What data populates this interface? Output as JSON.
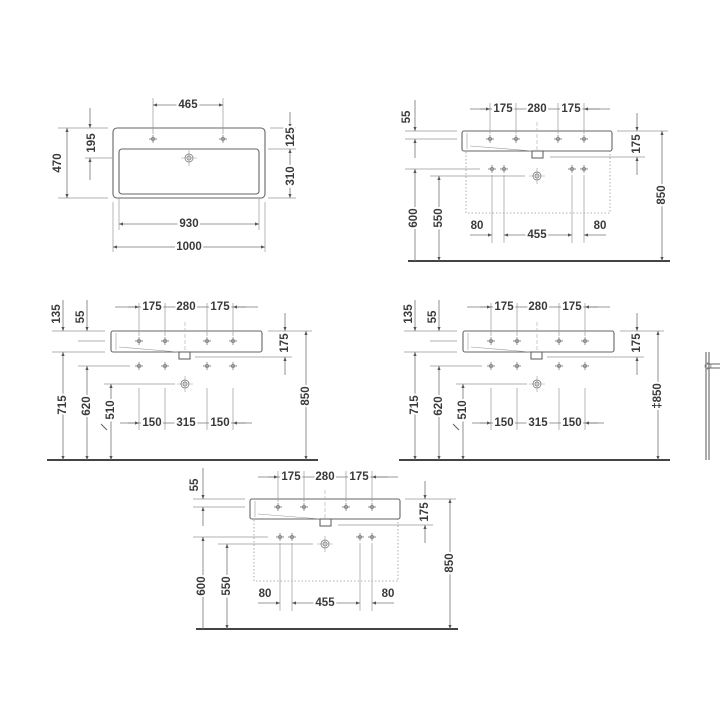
{
  "views": {
    "top_view": {
      "d465": "465",
      "d195": "195",
      "d470": "470",
      "d125": "125",
      "d310": "310",
      "d930": "930",
      "d1000": "1000"
    },
    "front_wall_a": {
      "d175a": "175",
      "d280": "280",
      "d175b": "175",
      "d55": "55",
      "d175h": "175",
      "d600": "600",
      "d550": "550",
      "d850": "850",
      "d80a": "80",
      "d455": "455",
      "d80b": "80"
    },
    "front_high": {
      "d175a": "175",
      "d280": "280",
      "d175b": "175",
      "d135": "135",
      "d55": "55",
      "d175h": "175",
      "d715": "715",
      "d620": "620",
      "d510": "510",
      "d850": "850",
      "d150a": "150",
      "d315": "315",
      "d150b": "150",
      "adjust_mark": "⸝"
    },
    "front_console": {
      "d175a": "175",
      "d280": "280",
      "d175b": "175",
      "d135": "135",
      "d55": "55",
      "d175h": "175",
      "d715": "715",
      "d620": "620",
      "d510": "510",
      "d850": "‡850",
      "d150a": "150",
      "d315": "315",
      "d150b": "150",
      "adjust_mark": "⸝"
    },
    "front_wall_b": {
      "d175a": "175",
      "d280": "280",
      "d175b": "175",
      "d55": "55",
      "d175h": "175",
      "d600": "600",
      "d550": "550",
      "d850": "850",
      "d80a": "80",
      "d455": "455",
      "d80b": "80"
    }
  },
  "colors": {
    "line": "#777777",
    "object": "#666666",
    "ground": "#444444",
    "text": "#3a3a3a"
  }
}
